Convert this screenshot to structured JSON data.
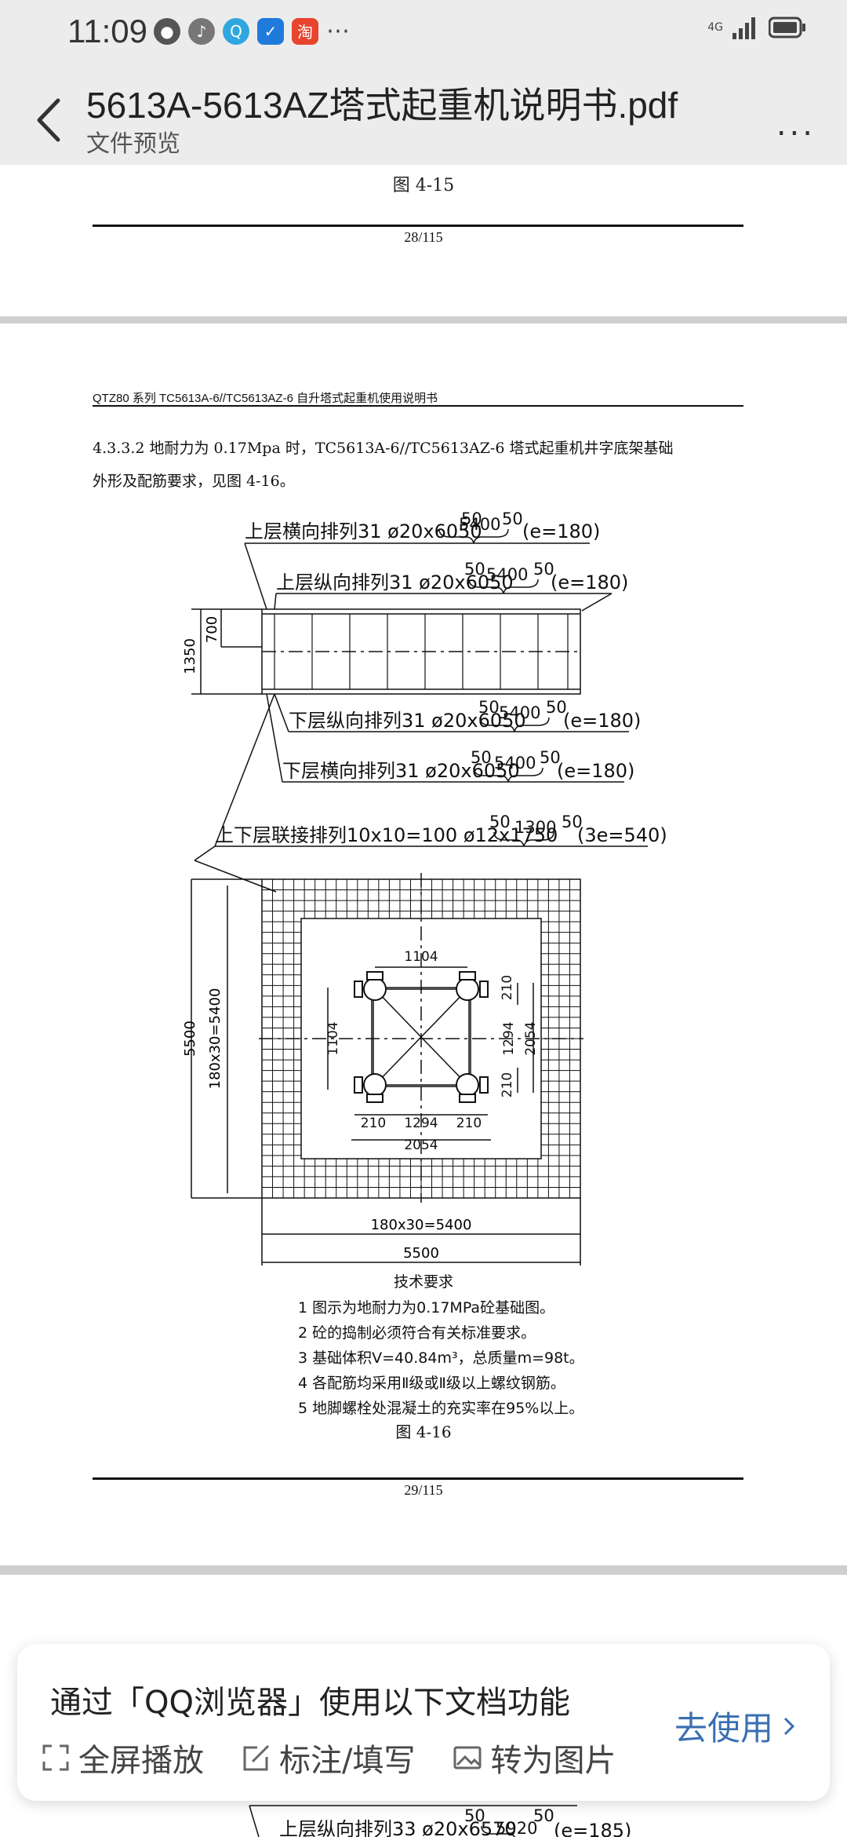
{
  "status": {
    "time": "11:09",
    "network": "4G"
  },
  "header": {
    "title": "5613A-5613AZ塔式起重机说明书.pdf",
    "subtitle": "文件预览",
    "more": "..."
  },
  "page28": {
    "caption": "图 4-15",
    "page_number": "28/115"
  },
  "page29": {
    "header_text": "QTZ80 系列 TC5613A-6//TC5613AZ-6 自升塔式起重机使用说明书",
    "paragraph1": "4.3.3.2   地耐力为 0.17Mpa 时，TC5613A-6//TC5613AZ-6 塔式起重机井字底架基础",
    "paragraph2": "外形及配筋要求，见图 4-16。",
    "labels": {
      "upper_transverse": "上层横向排列31  ø20x6050",
      "upper_longitudinal": "上层纵向排列31  ø20x6050",
      "lower_longitudinal": "下层纵向排列31  ø20x6050",
      "lower_transverse": "下层横向排列31  ø20x6050",
      "connect": "上下层联接排列10x10=100  ø12x1750",
      "dim_50": "50",
      "dim_5400": "5400",
      "dim_1300": "1300",
      "e180": "(e=180)",
      "e540": "(3e=540)",
      "h1350": "1350",
      "h700": "700",
      "v5500": "5500",
      "v180x30": "180x30=5400",
      "d1104": "1104",
      "d1294": "1294",
      "d2054": "2054",
      "d210": "210",
      "b180x30": "180x30=5400",
      "b5500": "5500"
    },
    "tech_title": "技术要求",
    "tech_requirements": [
      "1  图示为地耐力为0.17MPa砼基础图。",
      "2  砼的捣制必须符合有关标准要求。",
      "3  基础体积V=40.84m³，总质量m=98t。",
      "4  各配筋均采用Ⅱ级或Ⅱ级以上螺纹钢筋。",
      "5  地脚螺栓处混凝土的充实率在95%以上。"
    ],
    "caption": "图 4-16",
    "page_number": "29/115"
  },
  "page30": {
    "partial_label": "上层纵向排列33  ø20x6570",
    "dim_50": "50",
    "dim_5920": "5920",
    "partial_e": "(e=185)"
  },
  "banner": {
    "title": "通过「QQ浏览器」使用以下文档功能",
    "options": [
      "全屏播放",
      "标注/填写",
      "转为图片"
    ],
    "action": "去使用"
  },
  "colors": {
    "accent": "#3a6fb0",
    "bar_bg": "#ececec",
    "page_gap": "#cfcfcf"
  }
}
